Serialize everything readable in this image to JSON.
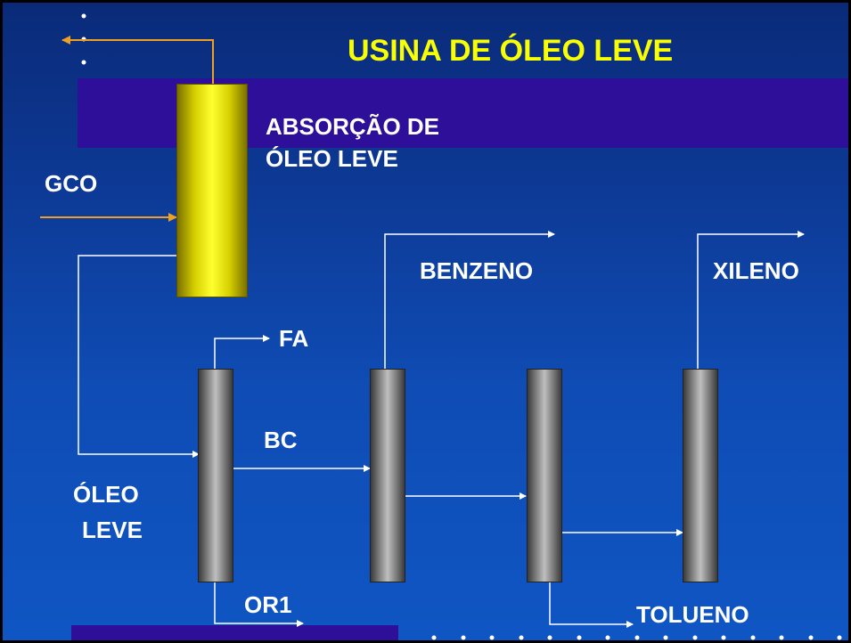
{
  "title": "USINA DE ÓLEO LEVE",
  "absorber_label_line1": "ABSORÇÃO DE",
  "absorber_label_line2": "ÓLEO LEVE",
  "streams": {
    "gco": "GCO",
    "fa": "FA",
    "bc": "BC",
    "oleo_leve_line1": "ÓLEO",
    "oleo_leve_line2": "LEVE",
    "or1": "OR1",
    "benzeno": "BENZENO",
    "xileno": "XILENO",
    "tolueno": "TOLUENO"
  },
  "colors": {
    "title": "#f8ff00",
    "orange_line": "#f0a020",
    "white_line": "#ffffff",
    "band": "#2e0f9a"
  }
}
